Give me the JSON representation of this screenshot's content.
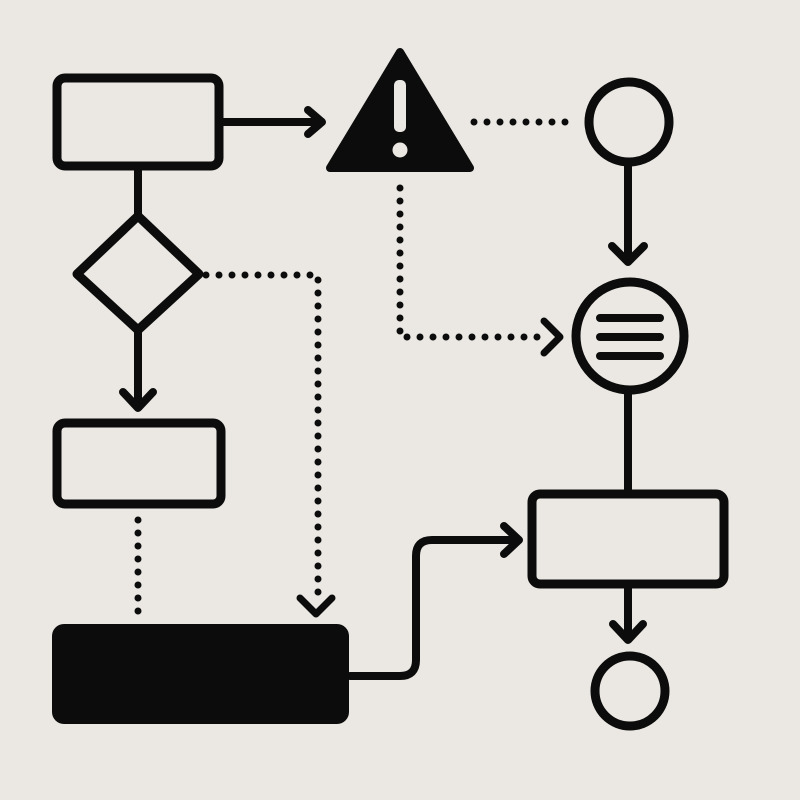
{
  "colors": {
    "background": "#ebe8e3",
    "ink": "#0c0c0c"
  },
  "diagram": {
    "type": "flowchart",
    "nodes": [
      {
        "id": "process-top-left",
        "shape": "rectangle",
        "filled": false
      },
      {
        "id": "decision",
        "shape": "diamond",
        "filled": false
      },
      {
        "id": "process-mid-left",
        "shape": "rectangle",
        "filled": false
      },
      {
        "id": "process-bottom-left",
        "shape": "rectangle",
        "filled": true
      },
      {
        "id": "warning",
        "shape": "triangle",
        "icon": "warning-icon",
        "filled": true
      },
      {
        "id": "start-circle",
        "shape": "circle",
        "filled": false
      },
      {
        "id": "list-circle",
        "shape": "circle",
        "icon": "menu-lines-icon",
        "filled": false
      },
      {
        "id": "process-right",
        "shape": "rectangle",
        "filled": false
      },
      {
        "id": "end-circle",
        "shape": "circle",
        "filled": false
      }
    ],
    "edges": [
      {
        "from": "process-top-left",
        "to": "warning",
        "style": "solid",
        "arrow": true
      },
      {
        "from": "process-top-left",
        "to": "decision",
        "style": "solid",
        "arrow": false
      },
      {
        "from": "decision",
        "to": "process-mid-left",
        "style": "solid",
        "arrow": true
      },
      {
        "from": "decision",
        "to": "process-bottom-left",
        "style": "dotted",
        "arrow": true
      },
      {
        "from": "process-mid-left",
        "to": "process-bottom-left",
        "style": "dotted",
        "arrow": false
      },
      {
        "from": "warning",
        "to": "start-circle",
        "style": "dotted",
        "arrow": false
      },
      {
        "from": "warning",
        "to": "list-circle",
        "style": "dotted",
        "arrow": true
      },
      {
        "from": "start-circle",
        "to": "list-circle",
        "style": "solid",
        "arrow": true
      },
      {
        "from": "list-circle",
        "to": "process-right",
        "style": "solid",
        "arrow": false
      },
      {
        "from": "process-bottom-left",
        "to": "process-right",
        "style": "solid",
        "arrow": true
      },
      {
        "from": "process-right",
        "to": "end-circle",
        "style": "solid",
        "arrow": true
      }
    ]
  }
}
